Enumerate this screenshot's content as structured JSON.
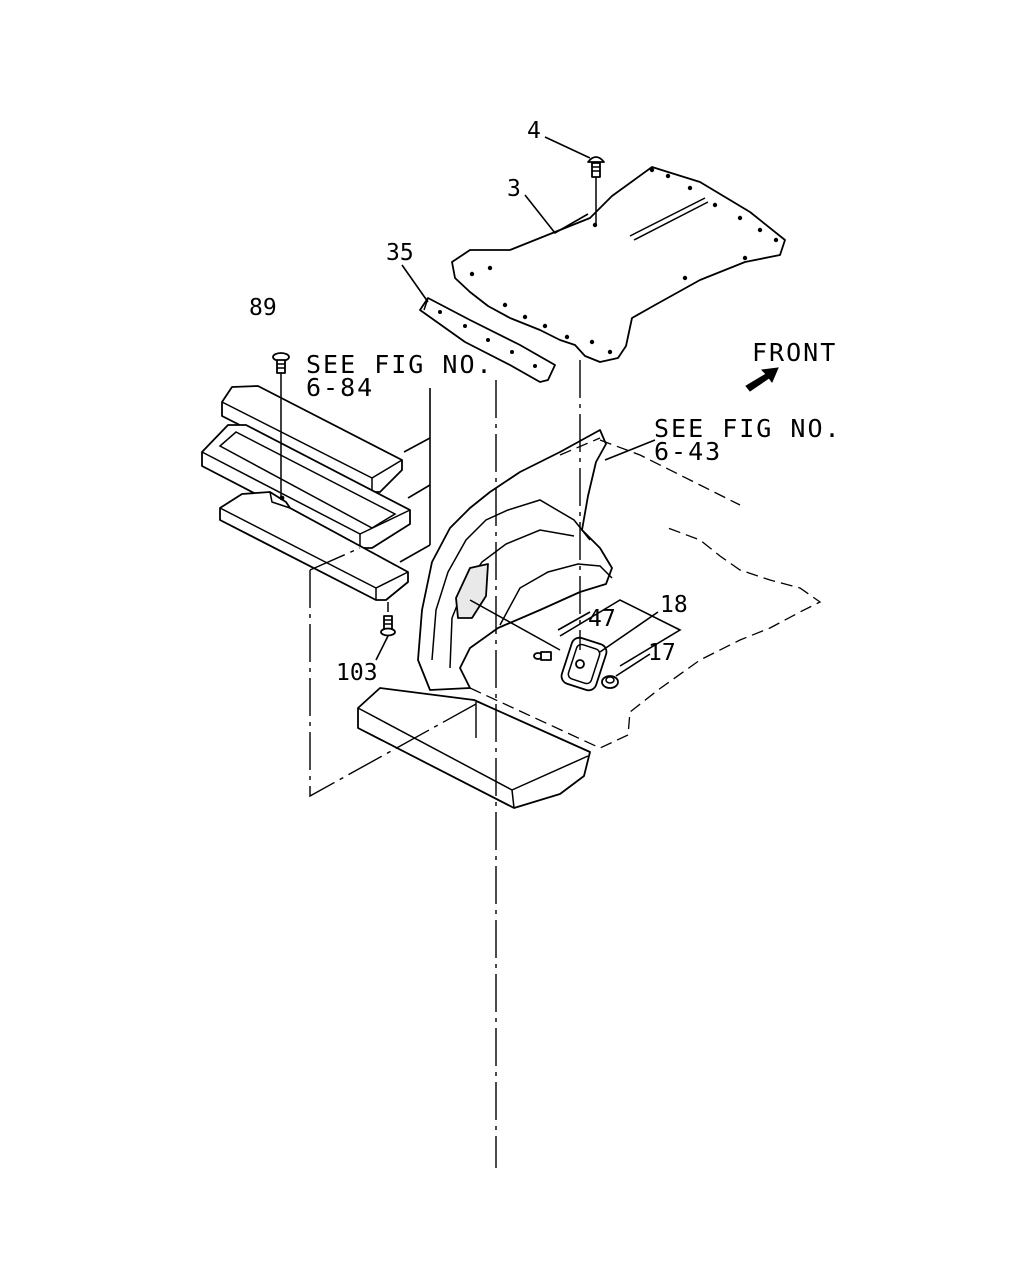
{
  "labels": {
    "part_4": "4",
    "part_3": "3",
    "part_35": "35",
    "part_89": "89",
    "part_47": "47",
    "part_18": "18",
    "part_17": "17",
    "part_103": "103"
  },
  "refs": {
    "fig_84_line1": "SEE FIG NO.",
    "fig_84_line2": "6-84",
    "fig_43_line1": "SEE FIG NO.",
    "fig_43_line2": "6-43"
  },
  "direction": {
    "front_label": "FRONT",
    "arrow_icon": "front-arrow-icon"
  }
}
